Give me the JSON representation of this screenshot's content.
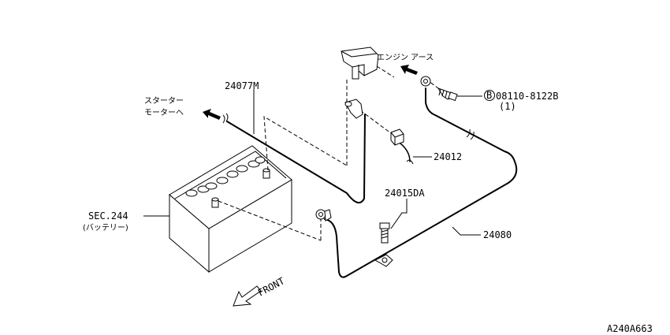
{
  "labels": {
    "starter_line1": "スターター",
    "starter_line2": "モーターへ",
    "engine_earth": "エンジン アース",
    "part_24077m": "24077M",
    "bolt_number": "08110-8122B",
    "bolt_qty": "(1)",
    "bolt_symbol": "B",
    "part_24012": "24012",
    "part_24015da": "24015DA",
    "part_24080": "24080",
    "sec_244": "SEC.244",
    "battery": "(バッテリー)",
    "front": "FRONT",
    "figure_id": "A240A663"
  }
}
